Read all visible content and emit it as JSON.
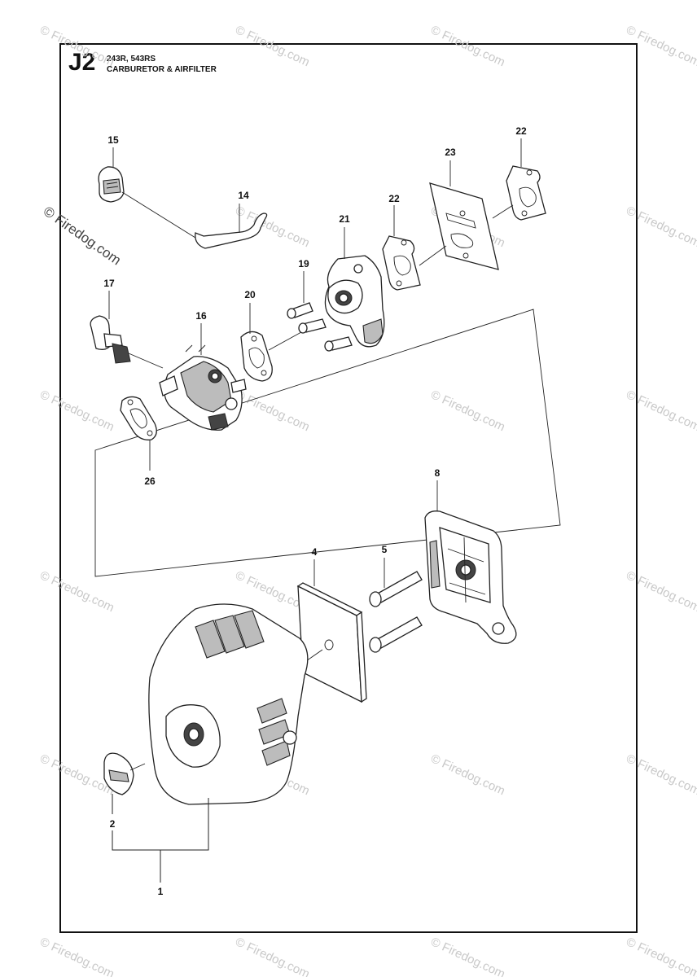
{
  "header": {
    "section_code": "J2",
    "models": "243R, 543RS",
    "title": "CARBURETOR & AIRFILTER"
  },
  "watermark": {
    "text": "© Firedog.com",
    "color": "#c9c9c9"
  },
  "callouts": [
    "15",
    "14",
    "22",
    "23",
    "22",
    "21",
    "19",
    "17",
    "20",
    "16",
    "26",
    "8",
    "4",
    "5",
    "2",
    "1"
  ]
}
